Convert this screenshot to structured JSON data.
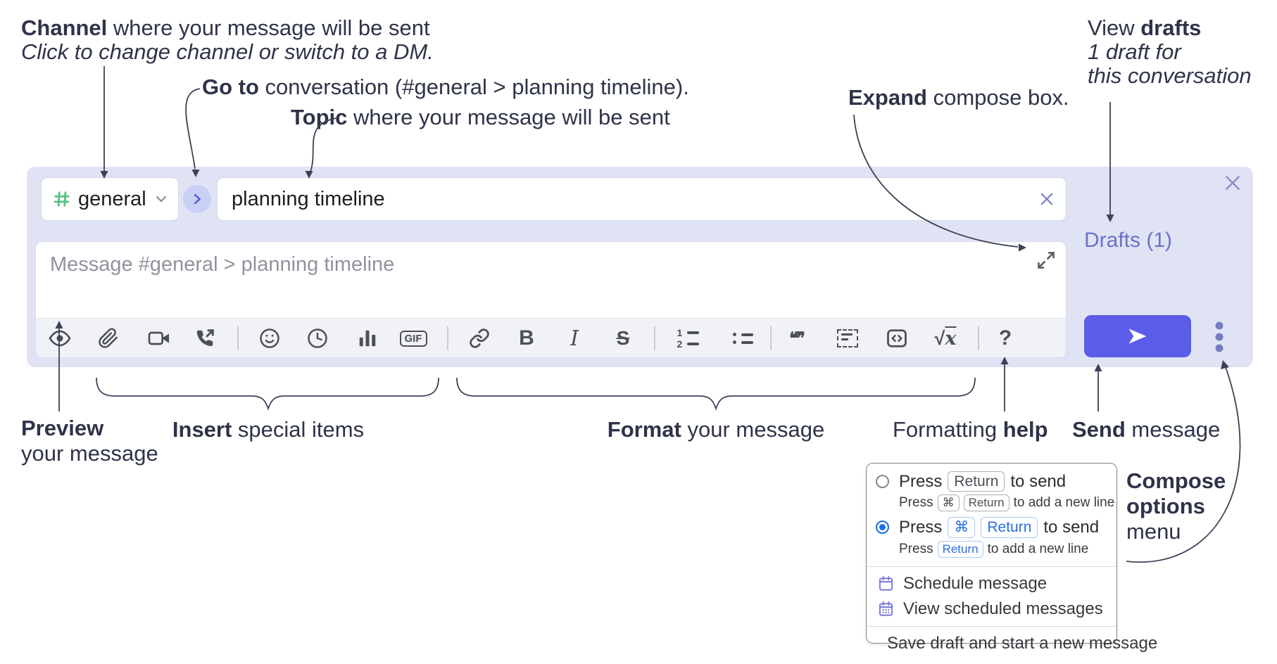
{
  "annotations": {
    "channel": {
      "bold": "Channel",
      "rest": " where your message will be sent",
      "sub": "Click to change channel or switch to a DM."
    },
    "goto": {
      "bold": "Go to",
      "rest": " conversation (#general > planning timeline)."
    },
    "topic": {
      "bold": "Topic",
      "rest": " where your message will be sent"
    },
    "expand": {
      "bold": "Expand",
      "rest": " compose box."
    },
    "view_drafts": {
      "line1_pre": "View ",
      "line1_bold": "drafts",
      "line2": "1 draft for",
      "line3": "this conversation"
    },
    "preview": {
      "bold": "Preview",
      "line2": "your message"
    },
    "insert": {
      "bold": "Insert",
      "rest": " special items"
    },
    "format": {
      "bold": "Format",
      "rest": " your message"
    },
    "help": {
      "pre": "Formatting ",
      "bold": "help"
    },
    "send": {
      "bold": "Send",
      "rest": " message"
    },
    "compose_options": {
      "line1": "Compose",
      "line2": "options",
      "line3": "menu"
    }
  },
  "compose": {
    "channel_name": "general",
    "topic_value": "planning timeline",
    "message_placeholder": "Message #general > planning timeline",
    "drafts_label": "Drafts (1)",
    "toolbar_icons": [
      "preview",
      "attach-file",
      "start-video-call",
      "start-audio-call",
      "emoji",
      "add-global-time",
      "add-poll",
      "add-gif",
      "link",
      "bold",
      "italic",
      "strikethrough",
      "numbered-list",
      "bulleted-list",
      "quote",
      "spoiler",
      "code",
      "math",
      "message-formatting-help"
    ],
    "toolbar_glyphs": {
      "bold": "B",
      "italic": "I",
      "strike": "S",
      "gif": "GIF",
      "ol1": "1",
      "ol2": "2",
      "quote_open": "❝",
      "quote_close": "❞",
      "root": "√",
      "math_var": "x",
      "help": "?"
    }
  },
  "options_menu": {
    "option1": {
      "press": "Press",
      "key1": "Return",
      "suffix": "to send",
      "sub_press": "Press",
      "sub_key1": "⌘",
      "sub_key2": "Return",
      "sub_suffix": "to add a new line"
    },
    "option2": {
      "press": "Press",
      "key1": "⌘",
      "key2": "Return",
      "suffix": "to send",
      "sub_press": "Press",
      "sub_key1": "Return",
      "sub_suffix": "to add a new line"
    },
    "items": [
      {
        "label": "Schedule message"
      },
      {
        "label": "View scheduled messages"
      },
      {
        "label": "Save draft and start a new message"
      }
    ]
  },
  "colors": {
    "container": "#e0e3f4",
    "send_button": "#5b5ce8",
    "drafts_link": "#6b71c8",
    "hash_green": "#57c082",
    "selected_blue": "#1a6fe8",
    "icon_gray": "#4c4f57",
    "purple_icon": "#7478d2",
    "annotation_text": "#2e3349"
  }
}
